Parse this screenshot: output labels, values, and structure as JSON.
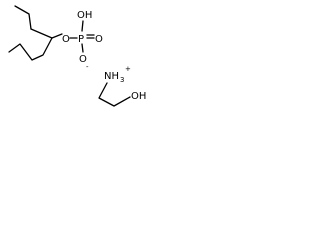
{
  "structure": {
    "phosphate": {
      "atoms": {
        "ester_oxygen": "O",
        "phosphorus": "P",
        "hydroxyl": "OH",
        "double_bond_oxygen": "O",
        "anion_oxygen": "O",
        "anion_charge": "-"
      }
    },
    "ethanolammonium": {
      "atoms": {
        "ammonium": "NH",
        "ammonium_subscript": "3",
        "ammonium_charge": "+",
        "hydroxyl": "OH"
      }
    }
  }
}
